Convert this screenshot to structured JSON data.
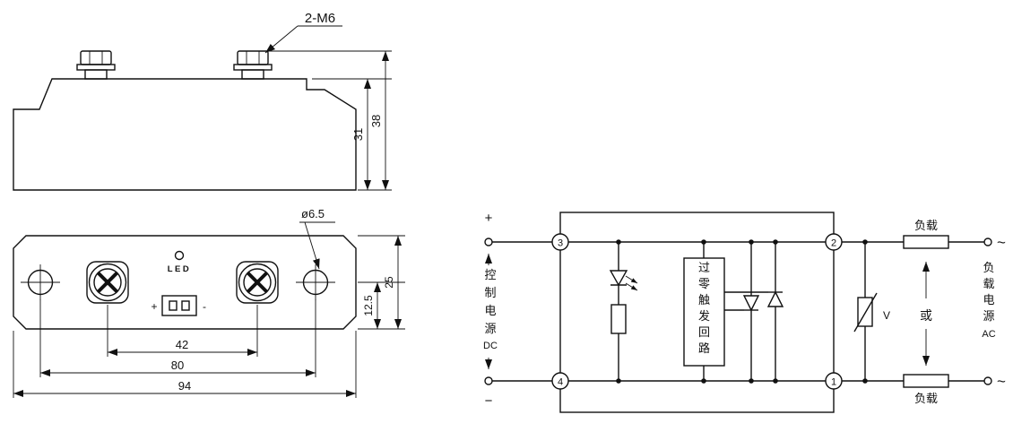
{
  "mech": {
    "side_view": {
      "bolt_callout": "2-M6",
      "dim_body_height": "31",
      "dim_total_height": "38"
    },
    "top_view": {
      "hole_callout": "ø6.5",
      "led_label": "LED",
      "connector_plus": "+",
      "connector_minus": "-",
      "dim_half_width": "12.5",
      "dim_width": "25",
      "dim_terminal_span": "42",
      "dim_hole_span": "80",
      "dim_length": "94"
    }
  },
  "schem": {
    "input_plus": "+",
    "input_minus": "−",
    "terminal_3": "3",
    "terminal_4": "4",
    "terminal_2": "2",
    "terminal_1": "1",
    "control_power": [
      "控",
      "制",
      "电",
      "源",
      "DC"
    ],
    "trigger_circuit": [
      "过",
      "零",
      "触",
      "发",
      "回",
      "路"
    ],
    "varistor_label": "V",
    "load_top": "负载",
    "load_bottom": "负载",
    "or_label": "或",
    "load_power": [
      "负",
      "载",
      "电",
      "源",
      "AC"
    ],
    "ac_tilde_top": "~",
    "ac_tilde_bottom": "~"
  }
}
